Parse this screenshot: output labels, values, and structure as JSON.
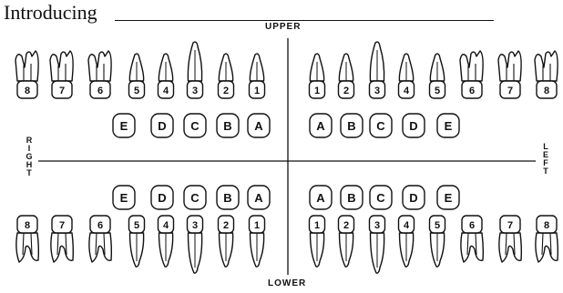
{
  "worksheet": {
    "heading": "Introducing",
    "labels": {
      "upper": "UPPER",
      "lower": "LOWER",
      "right": "RIGHT",
      "left": "LEFT"
    }
  },
  "teeth": {
    "permanent_upper_right": [
      "8",
      "7",
      "6",
      "5",
      "4",
      "3",
      "2",
      "1"
    ],
    "permanent_upper_left": [
      "1",
      "2",
      "3",
      "4",
      "5",
      "6",
      "7",
      "8"
    ],
    "primary_upper_right": [
      "E",
      "D",
      "C",
      "B",
      "A"
    ],
    "primary_upper_left": [
      "A",
      "B",
      "C",
      "D",
      "E"
    ],
    "primary_lower_right": [
      "E",
      "D",
      "C",
      "B",
      "A"
    ],
    "primary_lower_left": [
      "A",
      "B",
      "C",
      "D",
      "E"
    ],
    "permanent_lower_right": [
      "8",
      "7",
      "6",
      "5",
      "4",
      "3",
      "2",
      "1"
    ],
    "permanent_lower_left": [
      "1",
      "2",
      "3",
      "4",
      "5",
      "6",
      "7",
      "8"
    ]
  }
}
